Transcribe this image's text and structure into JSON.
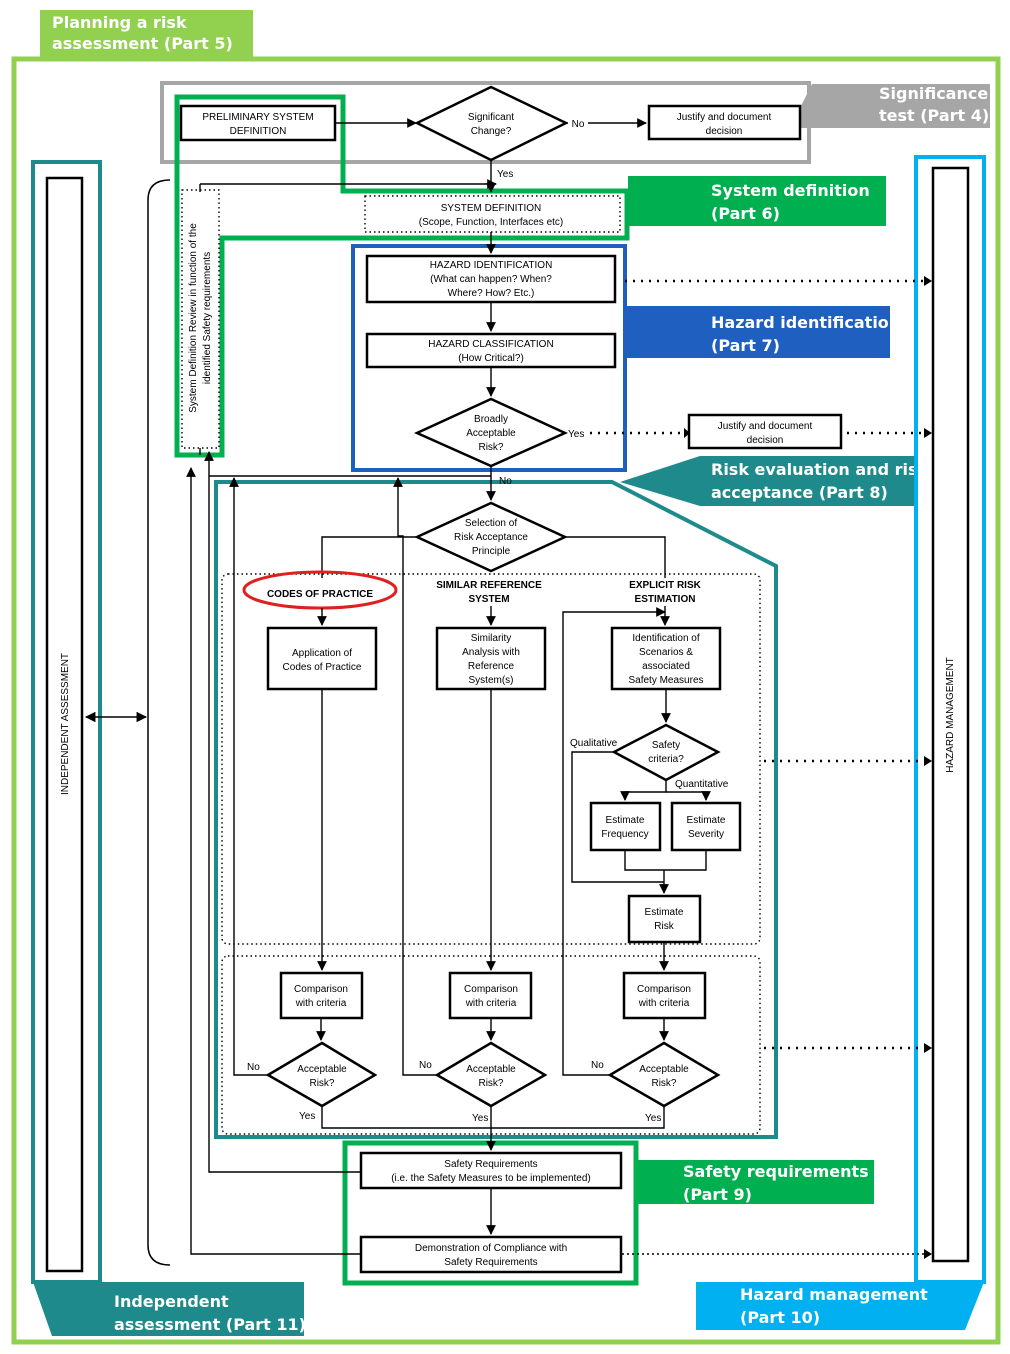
{
  "colors": {
    "outer_green": "#92d050",
    "dark_green": "#00b050",
    "gray": "#a6a6a6",
    "blue": "#1f5fbf",
    "teal": "#1f8a8c",
    "sky": "#00b0f0",
    "red": "#e02020"
  },
  "bands": {
    "planning": [
      "Planning a risk",
      "assessment (Part 5)"
    ],
    "significance": [
      "Significance",
      "test (Part 4)"
    ],
    "system_def": [
      "System definition",
      "(Part 6)"
    ],
    "hazard_id": [
      "Hazard identification",
      "(Part 7)"
    ],
    "risk_eval": [
      "Risk evaluation and risk",
      "acceptance (Part 8)"
    ],
    "safety_req": [
      "Safety requirements",
      "(Part 9)"
    ],
    "hazard_mgmt": [
      "Hazard management",
      "(Part 10)"
    ],
    "indep": [
      "Independent",
      "assessment (Part 11)"
    ]
  },
  "boxes": {
    "prelim": [
      "PRELIMINARY SYSTEM",
      "DEFINITION"
    ],
    "significant": [
      "Significant",
      "Change?"
    ],
    "justify1": [
      "Justify and document",
      "decision"
    ],
    "sysdef": [
      "SYSTEM DEFINITION",
      "(Scope, Function, Interfaces etc)"
    ],
    "hazid": [
      "HAZARD IDENTIFICATION",
      "(What can happen? When?",
      "Where? How? Etc.)"
    ],
    "hazclass": [
      "HAZARD CLASSIFICATION",
      "(How Critical?)"
    ],
    "broadly": [
      "Broadly",
      "Acceptable",
      "Risk?"
    ],
    "justify2": [
      "Justify and document",
      "decision"
    ],
    "selection": [
      "Selection of",
      "Risk Acceptance",
      "Principle"
    ],
    "cop_head": "CODES OF PRACTICE",
    "srs_head": [
      "SIMILAR REFERENCE",
      "SYSTEM"
    ],
    "ere_head": [
      "EXPLICIT RISK",
      "ESTIMATION"
    ],
    "app_cop": [
      "Application of",
      "Codes of Practice"
    ],
    "similarity": [
      "Similarity",
      "Analysis with",
      "Reference",
      "System(s)"
    ],
    "identification": [
      "Identification of",
      "Scenarios &",
      "associated",
      "Safety Measures"
    ],
    "safety_criteria": [
      "Safety",
      "criteria?"
    ],
    "est_freq": [
      "Estimate",
      "Frequency"
    ],
    "est_sev": [
      "Estimate",
      "Severity"
    ],
    "est_risk": [
      "Estimate",
      "Risk"
    ],
    "comparison": [
      "Comparison",
      "with criteria"
    ],
    "acceptable": [
      "Acceptable",
      "Risk?"
    ],
    "safety_req": [
      "Safety Requirements",
      "(i.e. the Safety Measures to be implemented)"
    ],
    "demonstration": [
      "Demonstration of Compliance with",
      "Safety Requirements"
    ]
  },
  "labels": {
    "yes": "Yes",
    "no": "No",
    "qualitative": "Qualitative",
    "quantitative": "Quantitative",
    "independent_assessment": "INDEPENDENT ASSESSMENT",
    "hazard_management": "HAZARD MANAGEMENT",
    "review": [
      "System Definition Review in function of the",
      "identified Safety requirements"
    ]
  }
}
